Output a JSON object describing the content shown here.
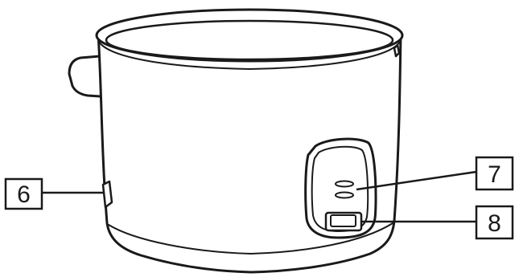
{
  "diagram": {
    "subject": "rice-cooker-body",
    "colors": {
      "line": "#1a1a1a",
      "fill": "#ffffff",
      "background": "#ffffff"
    },
    "callouts": [
      {
        "id": "callout-6",
        "label": "6",
        "points_to": "side-latch"
      },
      {
        "id": "callout-7",
        "label": "7",
        "points_to": "indicator-lights"
      },
      {
        "id": "callout-8",
        "label": "8",
        "points_to": "cook-switch"
      }
    ]
  }
}
